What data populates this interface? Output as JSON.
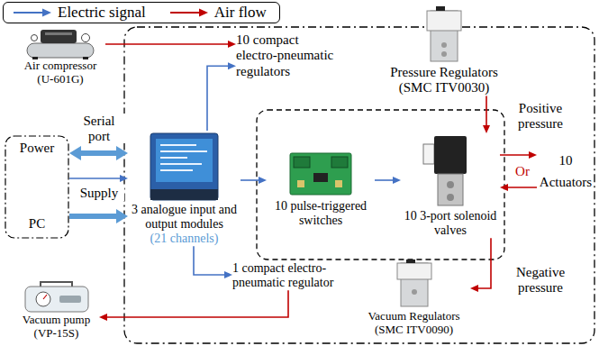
{
  "diagram": {
    "nodes": [
      {
        "text": [
          "Air compressor (U-601G)"
        ]
      },
      {
        "text": [
          "10 compact electro-pneumatic regulators"
        ]
      },
      {
        "text": [
          "Pressure Regulators (SMC ITV0030)"
        ]
      },
      {
        "text": [
          "Power",
          "PC"
        ]
      },
      {
        "text": [
          "3 analogue input and output modules",
          "(21 channels)"
        ]
      },
      {
        "text": [
          "10 pulse-triggered switches"
        ]
      },
      {
        "text": [
          "10 3-port solenoid valves"
        ]
      },
      {
        "text": [
          "10 Actuators"
        ]
      },
      {
        "text": [
          "1 compact electro-pneumatic regulator"
        ]
      },
      {
        "text": [
          "Vacuum Regulators (SMC ITV0090)"
        ]
      },
      {
        "text": [
          "Vacuum pump (VP-15S)"
        ]
      }
    ],
    "edges": [
      {
        "from": 0,
        "to": 1,
        "arrow": "to"
      },
      {
        "from": 4,
        "to": 1,
        "arrow": "to"
      },
      {
        "from": 3,
        "to": 4,
        "label": "Serial port",
        "arrow": "both"
      },
      {
        "from": 3,
        "to": 4,
        "arrow": "to"
      },
      {
        "from": 3,
        "to": 4,
        "label": "Supply",
        "arrow": "to"
      },
      {
        "from": 4,
        "to": 5,
        "arrow": "to"
      },
      {
        "from": 5,
        "to": 6,
        "arrow": "to"
      },
      {
        "from": 2,
        "to": 6,
        "label": "Positive pressure",
        "arrow": "to"
      },
      {
        "from": 6,
        "to": 7,
        "arrow": "to"
      },
      {
        "from": 7,
        "to": 6,
        "arrow": "to"
      },
      {
        "from": 4,
        "to": 8,
        "arrow": "to"
      },
      {
        "from": 8,
        "to": 10,
        "arrow": "to"
      },
      {
        "from": 6,
        "to": 9,
        "label": "Negative pressure",
        "arrow": "to"
      }
    ],
    "labels": [
      "Or"
    ],
    "legend": [
      {
        "text": "Electric signal"
      },
      {
        "text": "Air flow"
      }
    ]
  }
}
